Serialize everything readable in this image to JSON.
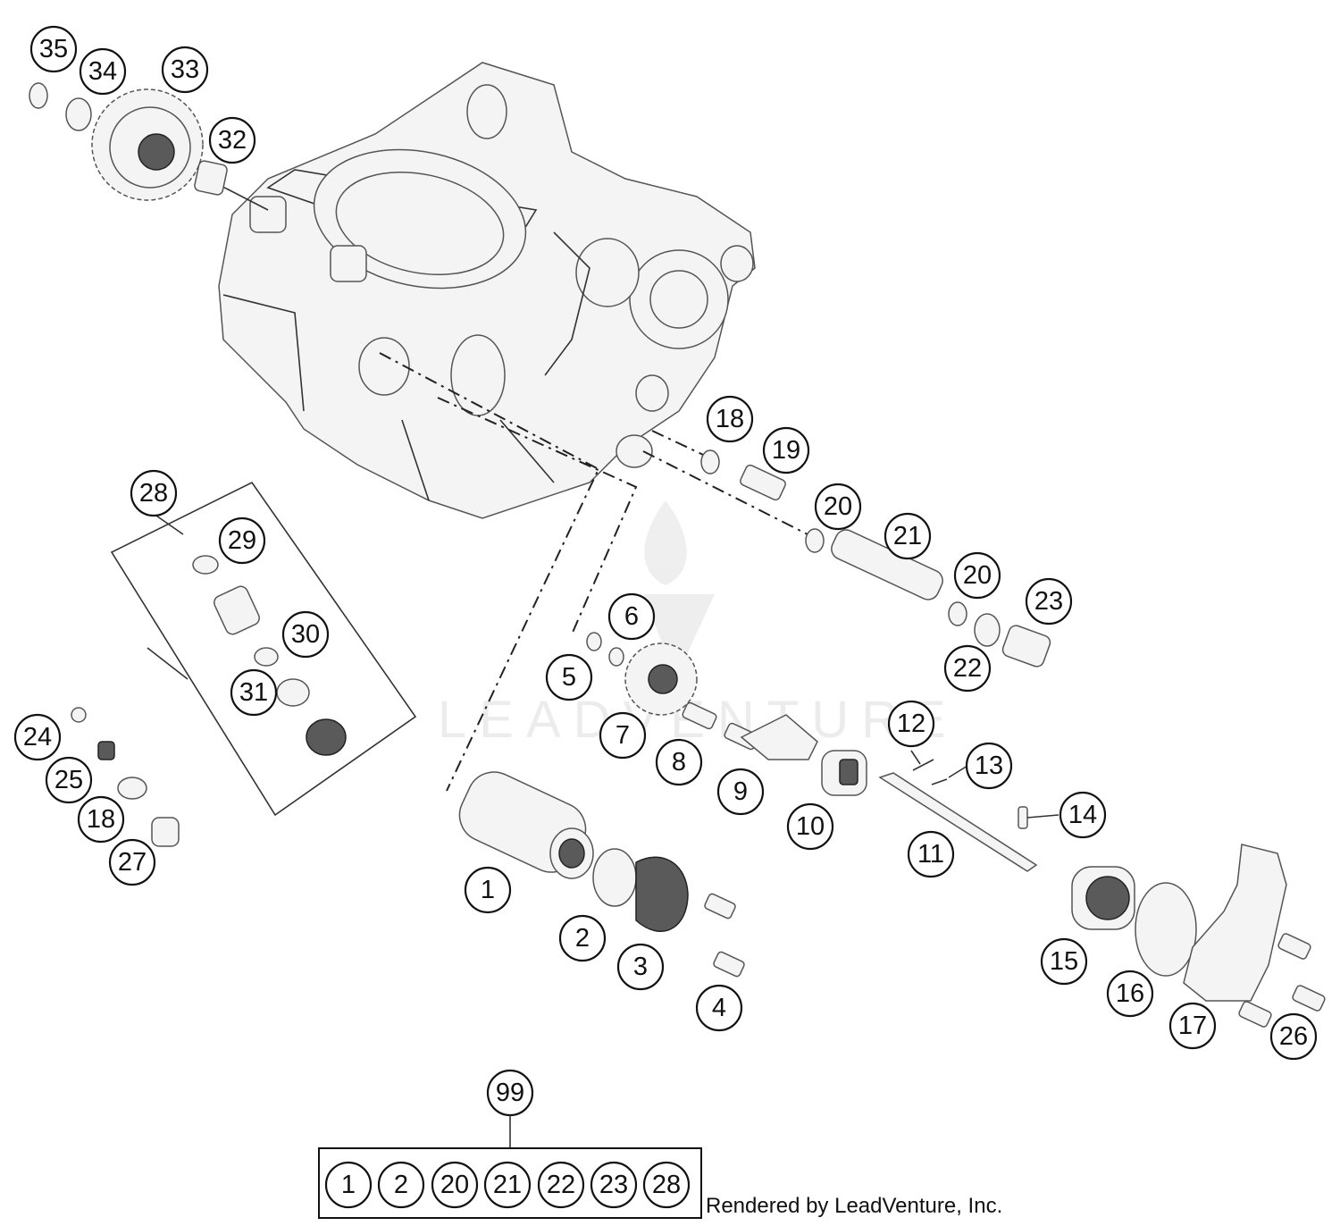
{
  "diagram": {
    "callouts": [
      "35",
      "34",
      "33",
      "32",
      "28",
      "29",
      "30",
      "31",
      "24",
      "25",
      "18",
      "27",
      "18",
      "19",
      "20",
      "21",
      "20",
      "23",
      "22",
      "6",
      "5",
      "7",
      "8",
      "9",
      "10",
      "12",
      "13",
      "11",
      "14",
      "1",
      "2",
      "3",
      "4",
      "15",
      "16",
      "17",
      "26",
      "99"
    ],
    "kit_box_items": [
      "1",
      "2",
      "20",
      "21",
      "22",
      "23",
      "28"
    ]
  },
  "watermark": "LEADVENTURE",
  "credit": "Rendered by LeadVenture, Inc."
}
